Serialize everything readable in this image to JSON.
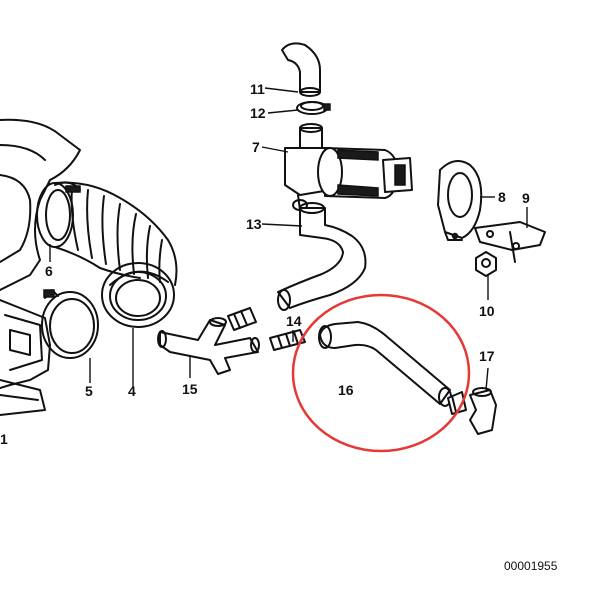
{
  "callouts": [
    {
      "id": "1",
      "label": "1"
    },
    {
      "id": "4",
      "label": "4"
    },
    {
      "id": "5",
      "label": "5"
    },
    {
      "id": "6",
      "label": "6"
    },
    {
      "id": "7",
      "label": "7"
    },
    {
      "id": "8",
      "label": "8"
    },
    {
      "id": "9",
      "label": "9"
    },
    {
      "id": "10",
      "label": "10"
    },
    {
      "id": "11",
      "label": "11"
    },
    {
      "id": "12",
      "label": "12"
    },
    {
      "id": "13",
      "label": "13"
    },
    {
      "id": "14",
      "label": "14"
    },
    {
      "id": "15",
      "label": "15"
    },
    {
      "id": "16",
      "label": "16"
    },
    {
      "id": "17",
      "label": "17"
    }
  ],
  "document_number": "00001955",
  "highlight_color": "#e53935"
}
